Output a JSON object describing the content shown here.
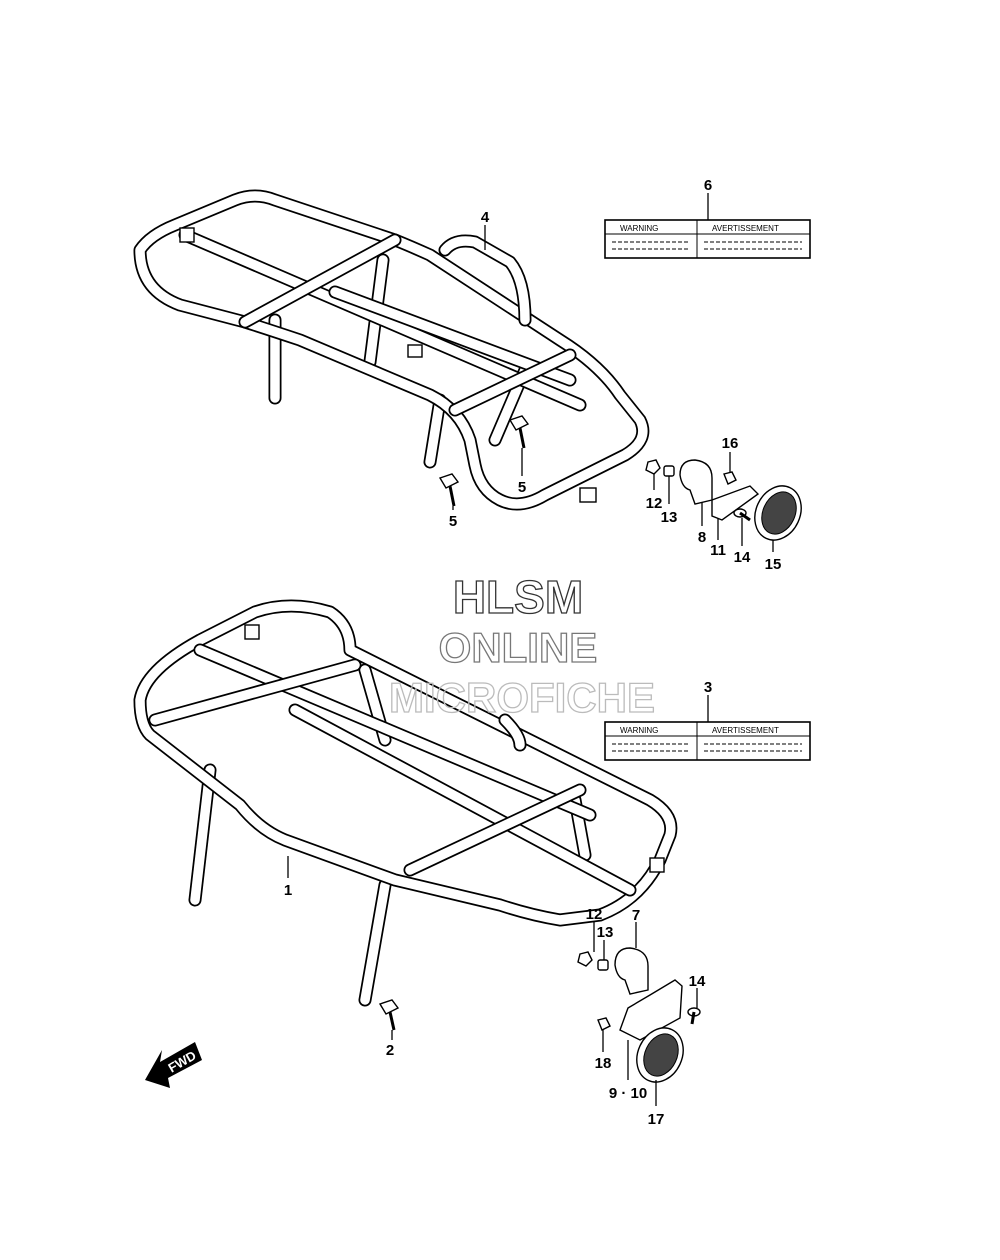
{
  "watermark": {
    "line1": "HLSM",
    "line2": "ONLINE",
    "line3": "MICROFICHE"
  },
  "labels": {
    "upper": {
      "warning": "WARNING",
      "avertissement": "AVERTISSEMENT"
    },
    "lower": {
      "warning": "WARNING",
      "avertissement": "AVERTISSEMENT"
    }
  },
  "fwd": "FWD",
  "callouts": {
    "c1": "1",
    "c2": "2",
    "c3": "3",
    "c4": "4",
    "c5a": "5",
    "c5b": "5",
    "c6": "6",
    "c7": "7",
    "c8": "8",
    "c9_10": "9 · 10",
    "c11": "11",
    "c12a": "12",
    "c12b": "12",
    "c13a": "13",
    "c13b": "13",
    "c14a": "14",
    "c14b": "14",
    "c15": "15",
    "c16": "16",
    "c17": "17",
    "c18": "18"
  }
}
